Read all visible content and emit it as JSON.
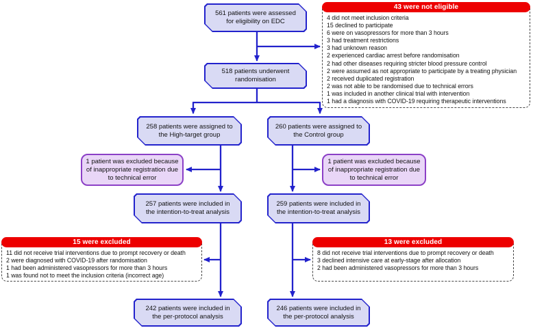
{
  "flow": {
    "assessed": "561 patients were assessed\nfor eligibility on EDC",
    "randomised": "518 patients underwent\nrandomisation",
    "high_target_assigned": "258 patients were assigned to\nthe High-target group",
    "control_assigned": "260 patients were assigned to\nthe Control group",
    "high_target_registration_excluded": "1 patient was excluded because\nof inappropriate registration due\nto technical error",
    "control_registration_excluded": "1 patient was excluded because\nof inappropriate registration due\nto technical error",
    "high_target_itt": "257 patients were included in\nthe intention-to-treat analysis",
    "control_itt": "259 patients were included in\nthe intention-to-treat analysis",
    "high_target_pp": "242 patients were included in\nthe per-protocol analysis",
    "control_pp": "246 patients were included in\nthe per-protocol analysis",
    "not_eligible": {
      "header": "43 were not eligible",
      "reasons": [
        "4 did not meet inclusion criteria",
        "15 declined to participate",
        "6 were on vasopressors for more than 3 hours",
        "3 had treatment restrictions",
        "3 had unknown reason",
        "2 experienced cardiac arrest before randomisation",
        "2 had other diseases requiring stricter blood pressure control",
        "2 were assumed as not appropriate to participate by a treating physician",
        "2 received duplicated registration",
        "2 was not able to be randomised due to technical errors",
        "1 was included in another clinical trial with intervention",
        "1 had a diagnosis with COVID-19 requiring therapeutic interventions"
      ]
    },
    "high_target_excluded": {
      "header": "15 were excluded",
      "reasons": [
        "11 did not receive trial interventions due to prompt recovery or death",
        "2 were diagnosed with COVID-19 after randomisation",
        "1 had been administered vasopressors for more than 3 hours",
        "1 was found not to meet the inclusion criteria (incorrect age)"
      ]
    },
    "control_excluded": {
      "header": "13 were excluded",
      "reasons": [
        "8 did not receive trial interventions due to prompt recovery or death",
        "3 declined intensive care at early-stage after allocation",
        "2 had been administered vasopressors for more than 3 hours"
      ]
    },
    "colors": {
      "node_border": "#2222cc",
      "node_fill": "#d9daf4",
      "purple_border": "#8b3fc6",
      "purple_fill": "#e9d6f7",
      "red_header": "#ed0000",
      "dashed_border": "#444444"
    }
  }
}
